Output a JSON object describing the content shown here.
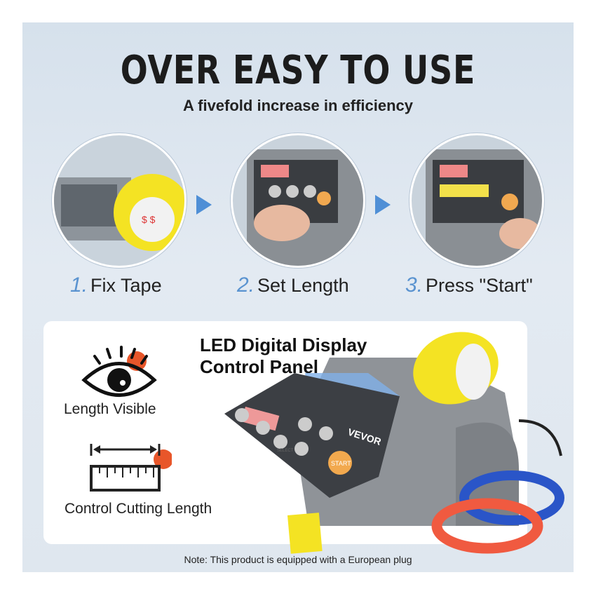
{
  "header": {
    "title": "OVER EASY TO USE",
    "subtitle": "A fivefold increase in efficiency"
  },
  "steps": [
    {
      "number": "1.",
      "label": "Fix Tape"
    },
    {
      "number": "2.",
      "label": "Set Length"
    },
    {
      "number": "3.",
      "label": "Press \"Start\""
    }
  ],
  "panel": {
    "title_line1": "LED Digital Display",
    "title_line2": "Control Panel",
    "brand": "VEVOR",
    "start_label": "START",
    "select_label": "SELECT"
  },
  "features": [
    {
      "icon": "eye-icon",
      "label": "Length Visible"
    },
    {
      "icon": "ruler-icon",
      "label": "Control Cutting Length"
    }
  ],
  "note": "Note: This product is equipped with a European plug",
  "colors": {
    "accent": "#4f8fd6",
    "orange": "#e8562a",
    "tape_yellow": "#f4e323"
  }
}
